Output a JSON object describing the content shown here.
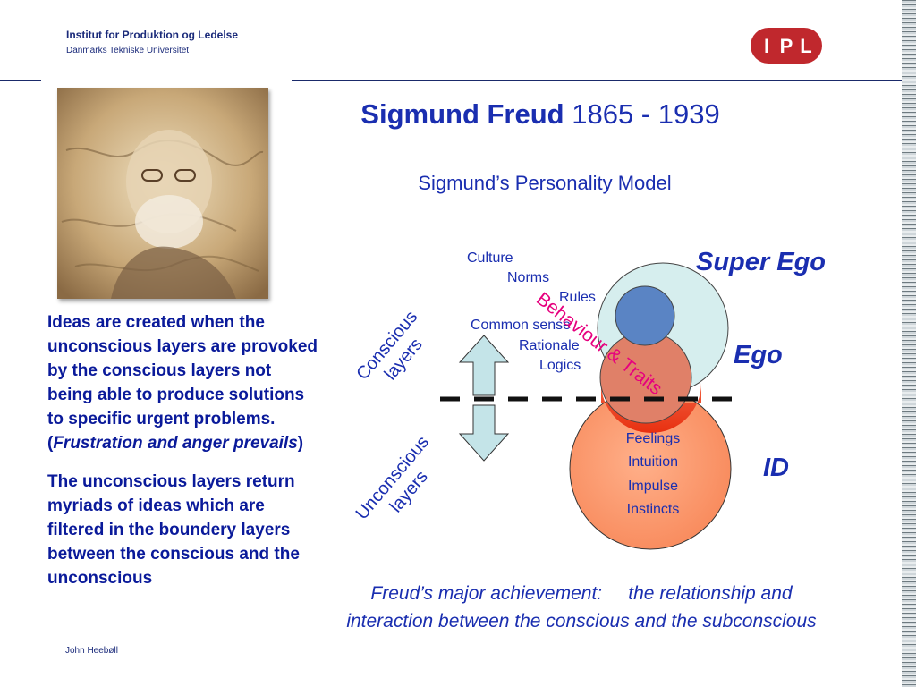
{
  "header": {
    "institute": "Institut for Produktion og Ledelse",
    "university": "Danmarks Tekniske Universitet",
    "logo_letters": [
      "I",
      "P",
      "L"
    ]
  },
  "title": {
    "name": "Sigmund Freud",
    "years": "1865 - 1939"
  },
  "subtitle": "Sigmund’s Personality Model",
  "body": {
    "p1_lines": [
      "Ideas are created when the",
      "unconscious layers are provoked",
      "by the conscious layers not",
      "being able to produce solutions",
      "to specific urgent problems."
    ],
    "p1_paren_open": "(",
    "p1_italic": "Frustration and anger prevails",
    "p1_paren_close": ")",
    "p2_lines": [
      "The unconscious layers return",
      "myriads of ideas which are",
      "filtered in the boundery layers",
      "between the conscious and the",
      "unconscious"
    ]
  },
  "diagram": {
    "super_ego_items": [
      "Culture",
      "Norms",
      "Rules"
    ],
    "ego_items": [
      "Common sense",
      "Rationale",
      "Logics"
    ],
    "id_items": [
      "Feelings",
      "Intuition",
      "Impulse",
      "Instincts"
    ],
    "behaviour_label": "Behaviour & Traits",
    "super_ego_label": "Super Ego",
    "ego_label": "Ego",
    "id_label": "ID",
    "conscious_label": [
      "Conscious",
      "layers"
    ],
    "unconscious_label": [
      "Unconscious",
      "layers"
    ]
  },
  "caption": {
    "line1": "Freud’s major achievement:     the relationship and",
    "line2": "interaction between the conscious and the subconscious"
  },
  "footer": {
    "author": "John Heebøll"
  },
  "colors": {
    "text_blue": "#1a2eb0",
    "magenta": "#e6007e",
    "logo_red": "#c0282d",
    "super_ego_fill": "#d6eeee",
    "inner_blue": "#5a84c4",
    "ego_fill": "#e08068",
    "id_fill": "#fb9a70",
    "arrow_fill": "#c4e4e8"
  }
}
